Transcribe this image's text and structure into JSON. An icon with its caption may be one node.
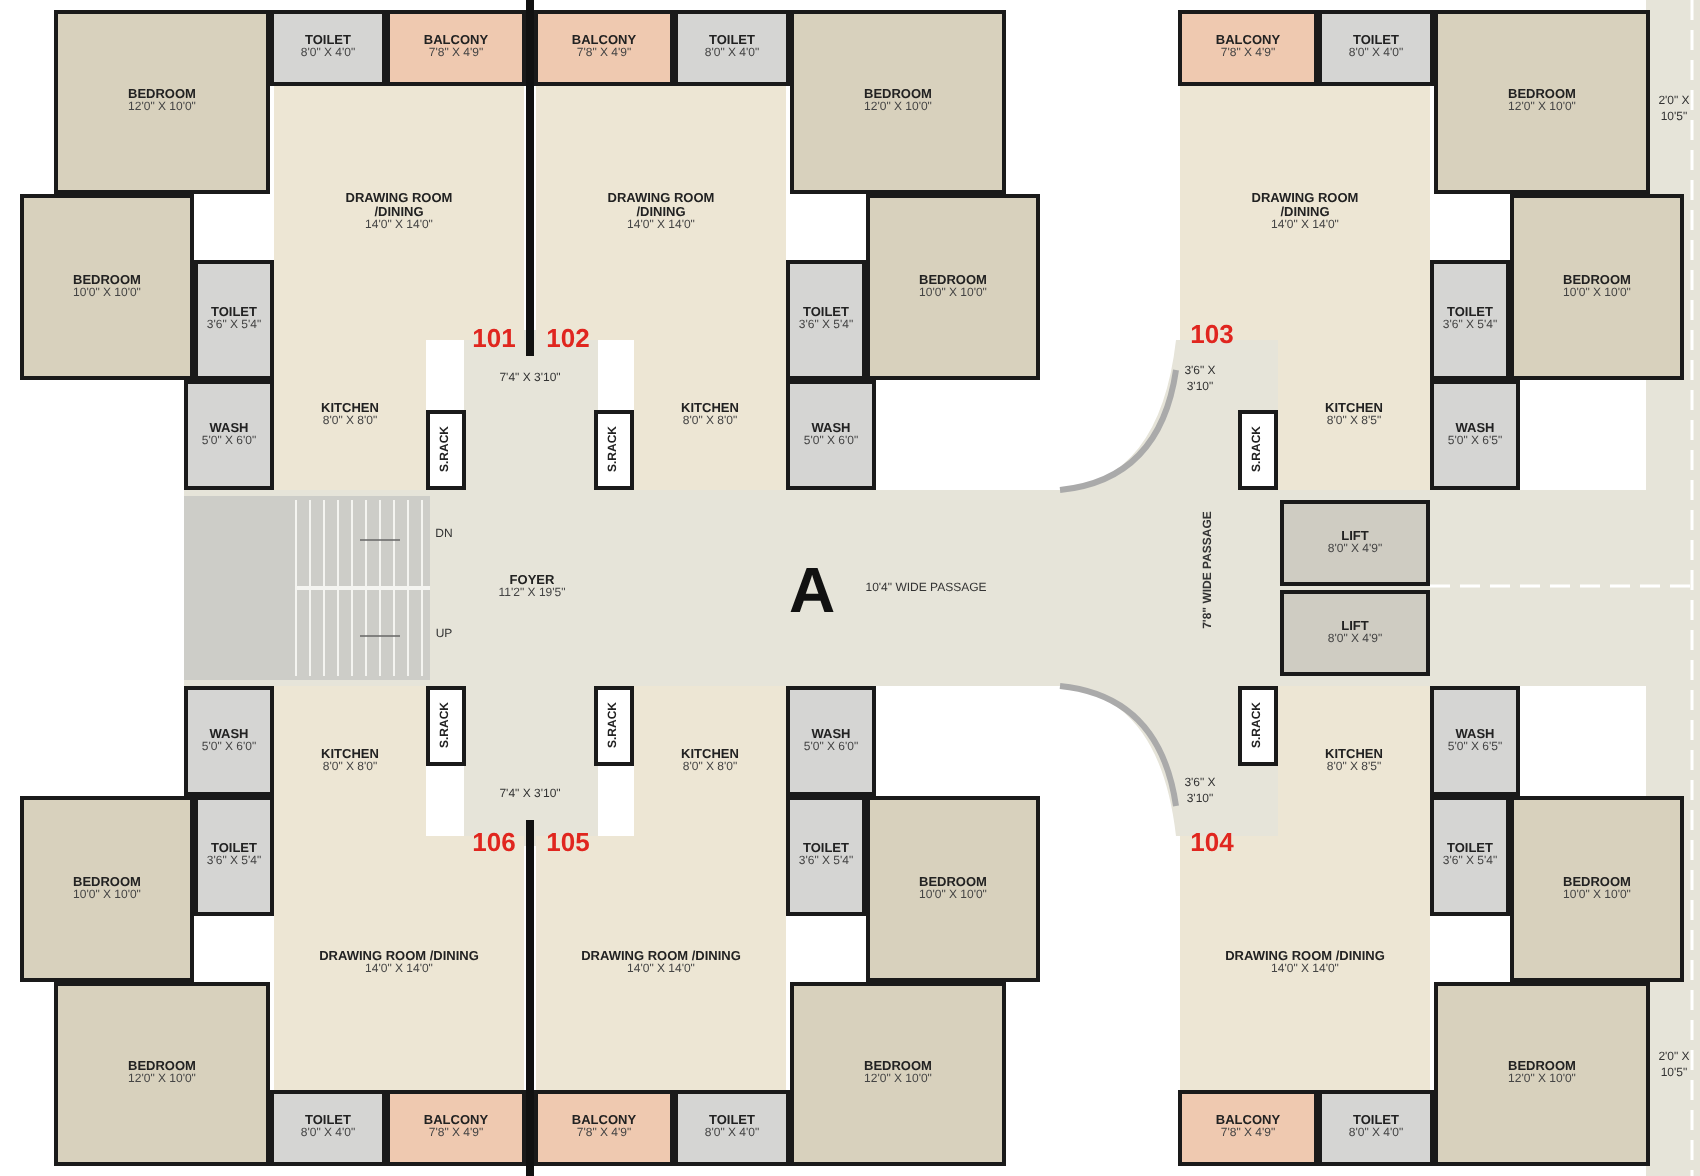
{
  "diagram": {
    "nodes": [
      {
        "text": [
          "BEDROOM",
          "12'0\" X 10'0\""
        ]
      },
      {
        "text": [
          "TOILET",
          "8'0\" X 4'0\""
        ]
      },
      {
        "text": [
          "BALCONY",
          "7'8\" X 4'9\""
        ]
      },
      {
        "text": [
          "DRAWING ROOM /DINING",
          "14'0\" X 14'0\""
        ]
      },
      {
        "text": [
          "BEDROOM",
          "10'0\" X 10'0\""
        ]
      },
      {
        "text": [
          "TOILET",
          "3'6\" X 5'4\""
        ]
      },
      {
        "text": [
          "KITCHEN",
          "8'0\" X 8'0\""
        ]
      },
      {
        "text": [
          "WASH",
          "5'0\" X 6'0\""
        ]
      },
      {
        "text": [
          "S.RACK"
        ]
      },
      {
        "text": [
          "BEDROOM",
          "12'0\" X 10'0\""
        ]
      },
      {
        "text": [
          "TOILET",
          "8'0\" X 4'0\""
        ]
      },
      {
        "text": [
          "BALCONY",
          "7'8\" X 4'9\""
        ]
      },
      {
        "text": [
          "DRAWING ROOM /DINING",
          "14'0\" X 14'0\""
        ]
      },
      {
        "text": [
          "BEDROOM",
          "10'0\" X 10'0\""
        ]
      },
      {
        "text": [
          "TOILET",
          "3'6\" X 5'4\""
        ]
      },
      {
        "text": [
          "KITCHEN",
          "8'0\" X 8'0\""
        ]
      },
      {
        "text": [
          "WASH",
          "5'0\" X 6'0\""
        ]
      },
      {
        "text": [
          "S.RACK"
        ]
      },
      {
        "text": [
          "BEDROOM",
          "12'0\" X 10'0\""
        ]
      },
      {
        "text": [
          "TOILET",
          "8'0\" X 4'0\""
        ]
      },
      {
        "text": [
          "BALCONY",
          "7'8\" X 4'9\""
        ]
      },
      {
        "text": [
          "DRAWING ROOM /DINING",
          "14'0\" X 14'0\""
        ]
      },
      {
        "text": [
          "BEDROOM",
          "10'0\" X 10'0\""
        ]
      },
      {
        "text": [
          "TOILET",
          "3'6\" X 5'4\""
        ]
      },
      {
        "text": [
          "KITCHEN",
          "8'0\" X 8'5\""
        ]
      },
      {
        "text": [
          "WASH",
          "5'0\" X 6'5\""
        ]
      },
      {
        "text": [
          "S.RACK"
        ]
      },
      {
        "text": [
          "FOYER",
          "11'2\" X 19'5\""
        ]
      },
      {
        "text": [
          "LIFT",
          "8'0\" X 4'9\""
        ]
      },
      {
        "text": [
          "LIFT",
          "8'0\" X 4'9\""
        ]
      },
      {
        "text": [
          "BEDROOM",
          "12'0\" X 10'0\""
        ]
      },
      {
        "text": [
          "TOILET",
          "8'0\" X 4'0\""
        ]
      },
      {
        "text": [
          "BALCONY",
          "7'8\" X 4'9\""
        ]
      },
      {
        "text": [
          "DRAWING ROOM /DINING",
          "14'0\" X 14'0\""
        ]
      },
      {
        "text": [
          "BEDROOM",
          "10'0\" X 10'0\""
        ]
      },
      {
        "text": [
          "TOILET",
          "3'6\" X 5'4\""
        ]
      },
      {
        "text": [
          "KITCHEN",
          "8'0\" X 8'0\""
        ]
      },
      {
        "text": [
          "WASH",
          "5'0\" X 6'0\""
        ]
      },
      {
        "text": [
          "S.RACK"
        ]
      },
      {
        "text": [
          "BEDROOM",
          "12'0\" X 10'0\""
        ]
      },
      {
        "text": [
          "TOILET",
          "8'0\" X 4'0\""
        ]
      },
      {
        "text": [
          "BALCONY",
          "7'8\" X 4'9\""
        ]
      },
      {
        "text": [
          "DRAWING ROOM /DINING",
          "14'0\" X 14'0\""
        ]
      },
      {
        "text": [
          "BEDROOM",
          "10'0\" X 10'0\""
        ]
      },
      {
        "text": [
          "TOILET",
          "3'6\" X 5'4\""
        ]
      },
      {
        "text": [
          "KITCHEN",
          "8'0\" X 8'0\""
        ]
      },
      {
        "text": [
          "WASH",
          "5'0\" X 6'0\""
        ]
      },
      {
        "text": [
          "S.RACK"
        ]
      },
      {
        "text": [
          "BEDROOM",
          "12'0\" X 10'0\""
        ]
      },
      {
        "text": [
          "TOILET",
          "8'0\" X 4'0\""
        ]
      },
      {
        "text": [
          "BALCONY",
          "7'8\" X 4'9\""
        ]
      },
      {
        "text": [
          "DRAWING ROOM /DINING",
          "14'0\" X 14'0\""
        ]
      },
      {
        "text": [
          "BEDROOM",
          "10'0\" X 10'0\""
        ]
      },
      {
        "text": [
          "TOILET",
          "3'6\" X 5'4\""
        ]
      },
      {
        "text": [
          "KITCHEN",
          "8'0\" X 8'5\""
        ]
      },
      {
        "text": [
          "WASH",
          "5'0\" X 6'5\""
        ]
      },
      {
        "text": [
          "S.RACK"
        ]
      }
    ],
    "labels": [
      "101",
      "102",
      "7'4\" X 3'10\"",
      "103",
      "3'6\" X 3'10\"",
      "2'0\" X 10'5\"",
      "DN",
      "UP",
      "A",
      "10'4\" WIDE PASSAGE",
      "7'8\" WIDE PASSAGE",
      "106",
      "105",
      "7'4\" X 3'10\"",
      "104",
      "3'6\" X 3'10\"",
      "2'0\" X 10'5\""
    ]
  }
}
